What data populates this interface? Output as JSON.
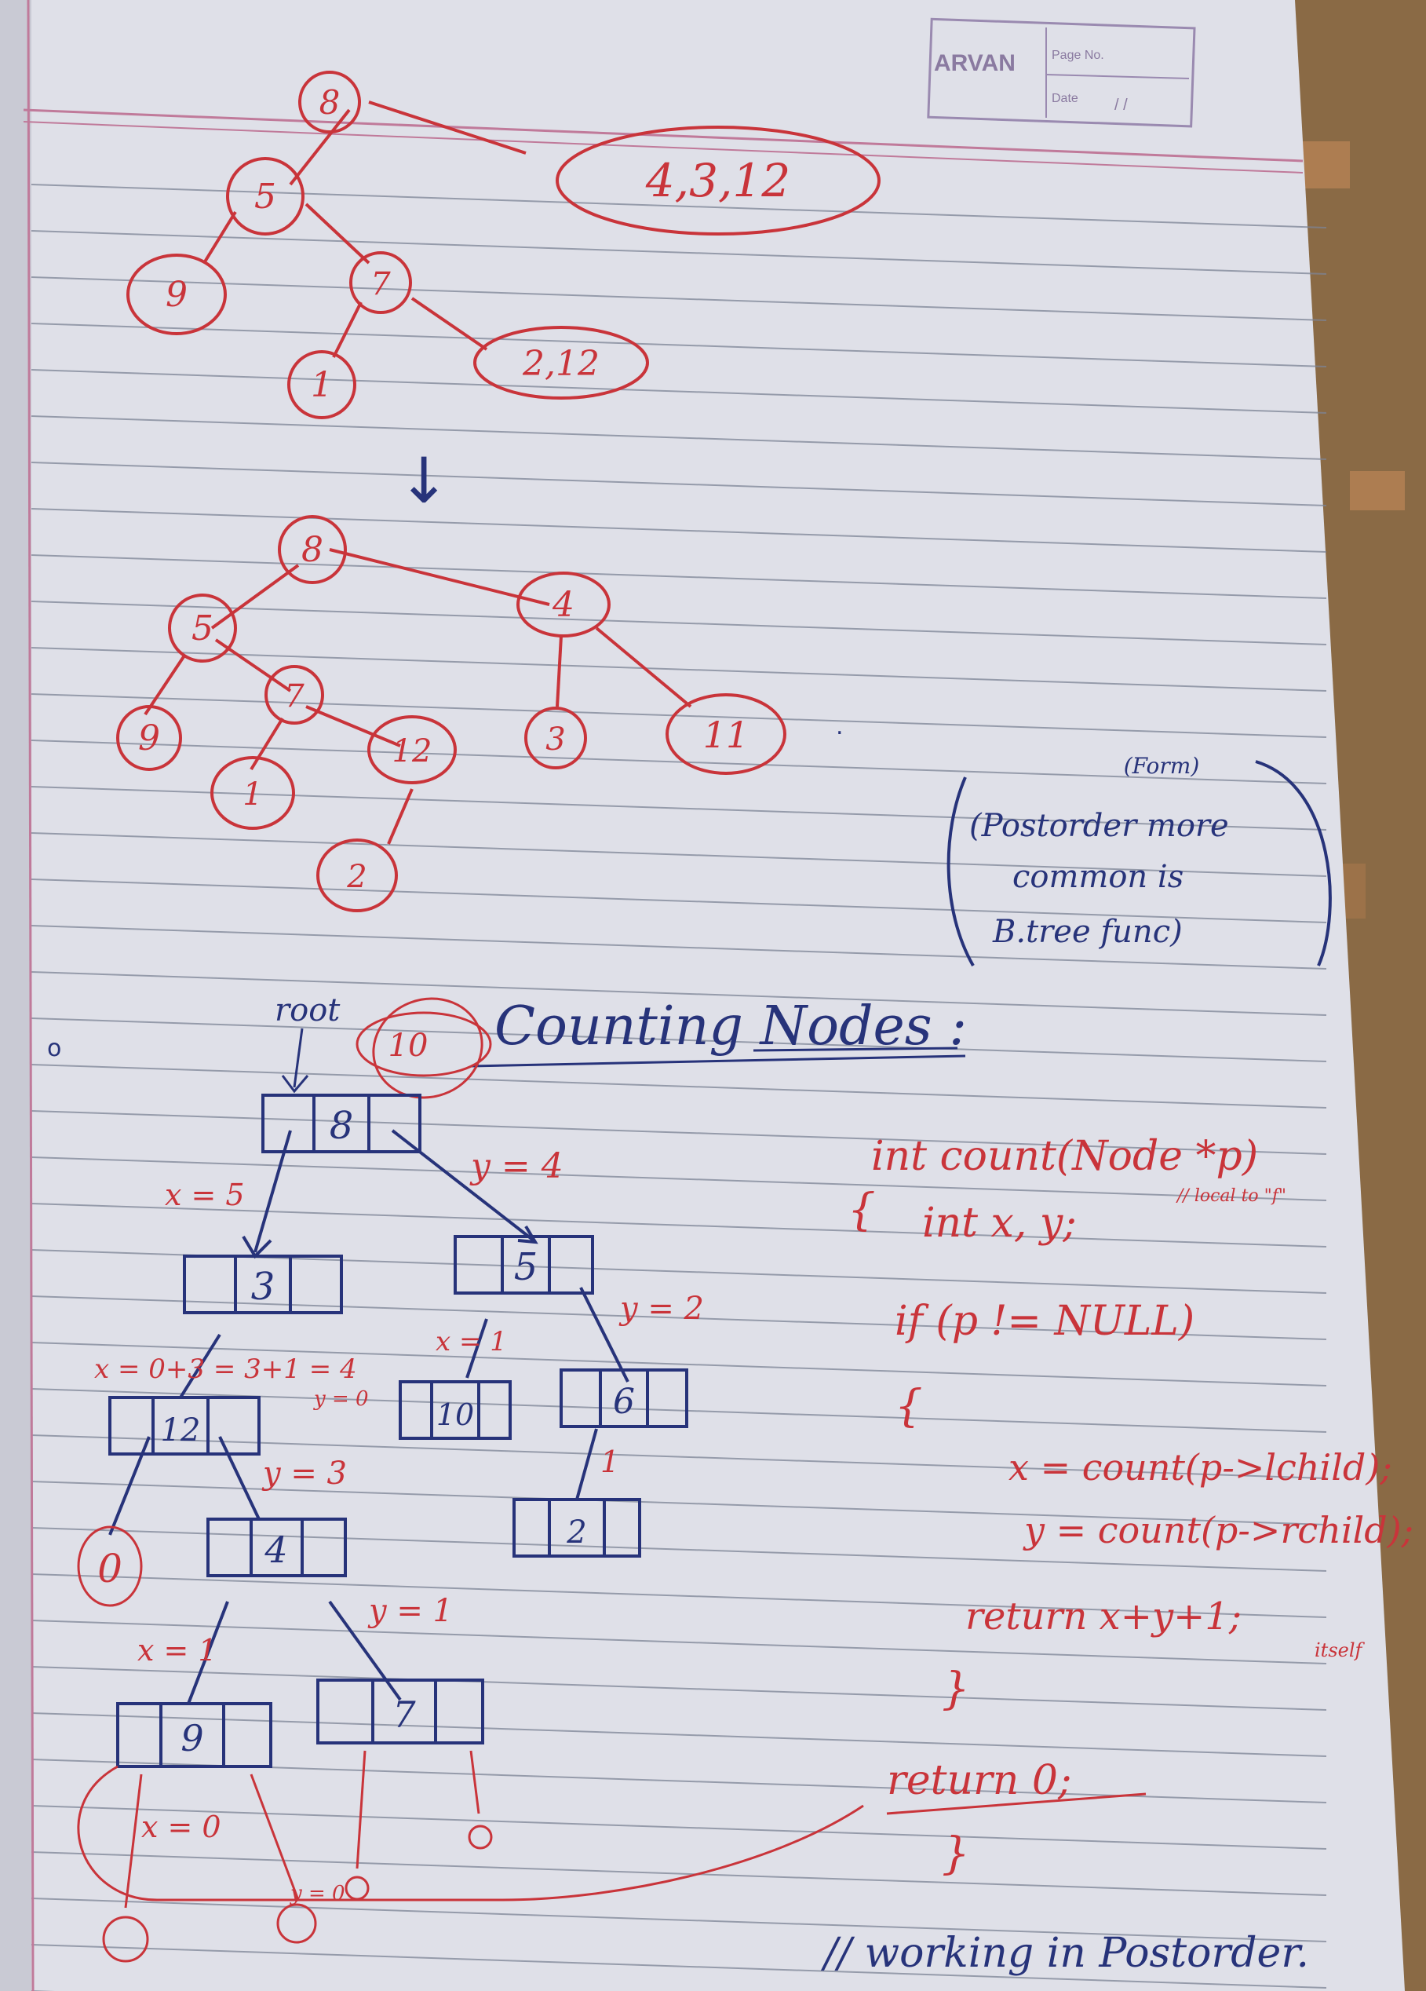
{
  "header": {
    "brand": "ARVAN",
    "page_no_label": "Page No.",
    "date_label": "Date",
    "date_value": "/ /"
  },
  "tree1": {
    "root": "8",
    "nodes": [
      "5",
      "9",
      "7",
      "1"
    ],
    "groups": [
      "4,3,12",
      "2,12"
    ]
  },
  "arrow_down": "↓",
  "tree2": {
    "nodes": [
      "8",
      "5",
      "4",
      "9",
      "7",
      "12",
      "3",
      "11",
      "1",
      "2"
    ]
  },
  "side_note": {
    "top": "(Form)",
    "line1": "(Postorder more",
    "line2": "common is",
    "line3": "B.tree func)"
  },
  "section": {
    "title": "Counting Nodes :",
    "root_label": "root",
    "root_total": "10"
  },
  "diagram": {
    "boxes": [
      "8",
      "3",
      "5",
      "12",
      "10",
      "6",
      "4",
      "2",
      "9",
      "7"
    ],
    "annotations": {
      "y4": "y = 4",
      "x5": "x = 5",
      "y2": "y = 2",
      "x_sum": "x = 0+3 = 3+1 = 4",
      "x1_mid": "x = 1",
      "y0": "y = 0",
      "y3": "y = 3",
      "one": "1",
      "zero_node": "0",
      "y1": "y = 1",
      "x1_low": "x = 1",
      "x0": "x = 0",
      "y0_low": "y = 0"
    }
  },
  "code": {
    "line1": "int count(Node *p)",
    "line2": "{",
    "line3": "int x, y;",
    "line3_comment": "// local to \"f\"",
    "line4": "if (p != NULL)",
    "line5": "{",
    "line6": "x = count(p->lchild);",
    "line7": "y = count(p->rchild);",
    "line8": "return x+y+1;",
    "line8_note": "itself",
    "line9": "}",
    "line10": "return 0;",
    "line11": "}",
    "footer": "// working in Postorder."
  },
  "colors": {
    "paper": "#dfe0e8",
    "rule_line": "#7d8496",
    "margin_line": "#c07a9a",
    "red_ink": "#c9343a",
    "blue_ink": "#27337a"
  }
}
